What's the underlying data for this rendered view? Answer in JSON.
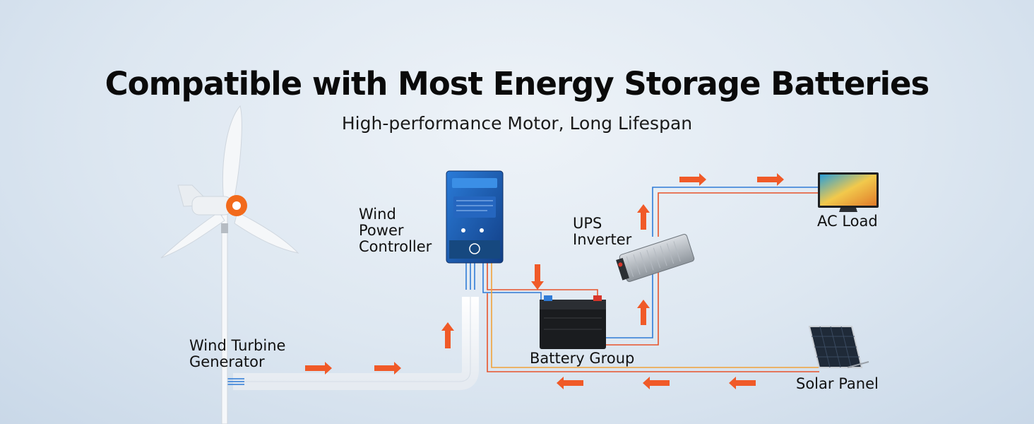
{
  "title": "Compatible with Most Energy Storage Batteries",
  "subtitle": "High-performance Motor, Long Lifespan",
  "labels": {
    "wind_power_controller": [
      "Wind",
      "Power",
      "Controller"
    ],
    "ups_inverter": [
      "UPS",
      "Inverter"
    ],
    "ac_load": "AC Load",
    "wind_turbine_generator": [
      "Wind Turbine",
      "Generator"
    ],
    "battery_group": "Battery Group",
    "solar_panel": "Solar Panel"
  },
  "colors": {
    "arrow": "#f05a28",
    "wire_red": "#e8532a",
    "wire_blue": "#2f7bd6",
    "wire_orange": "#f0a23a",
    "controller_blue": "#1f63b8",
    "turbine_hub": "#f26a1b"
  },
  "icons": [
    "wind-turbine-icon",
    "controller-icon",
    "inverter-icon",
    "monitor-icon",
    "battery-icon",
    "solar-panel-icon"
  ]
}
